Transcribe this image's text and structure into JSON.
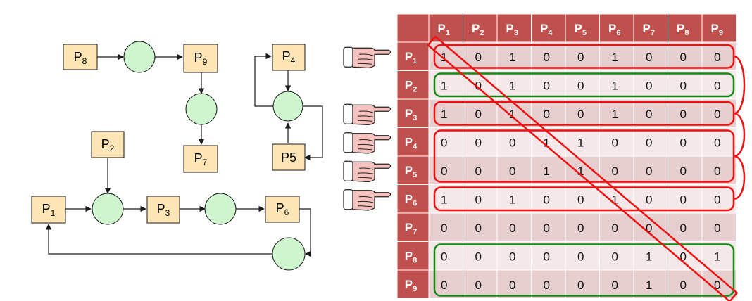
{
  "graph": {
    "nodes": [
      {
        "id": "P8",
        "base": "P",
        "sub": "8"
      },
      {
        "id": "P9",
        "base": "P",
        "sub": "9"
      },
      {
        "id": "P7",
        "base": "P",
        "sub": "7"
      },
      {
        "id": "P4",
        "base": "P",
        "sub": "4"
      },
      {
        "id": "P5",
        "base": "P5",
        "sub": ""
      },
      {
        "id": "P2",
        "base": "P",
        "sub": "2"
      },
      {
        "id": "P1",
        "base": "P",
        "sub": "1"
      },
      {
        "id": "P3",
        "base": "P",
        "sub": "3"
      },
      {
        "id": "P6",
        "base": "P",
        "sub": "6"
      }
    ]
  },
  "matrix": {
    "columns": [
      {
        "base": "P",
        "sub": "1"
      },
      {
        "base": "P",
        "sub": "2"
      },
      {
        "base": "P",
        "sub": "3"
      },
      {
        "base": "P",
        "sub": "4"
      },
      {
        "base": "P",
        "sub": "5"
      },
      {
        "base": "P",
        "sub": "6"
      },
      {
        "base": "P",
        "sub": "7"
      },
      {
        "base": "P",
        "sub": "8"
      },
      {
        "base": "P",
        "sub": "9"
      }
    ],
    "rows": [
      {
        "base": "P",
        "sub": "1",
        "values": [
          1,
          0,
          1,
          0,
          0,
          1,
          0,
          0,
          0
        ]
      },
      {
        "base": "P",
        "sub": "2",
        "values": [
          1,
          0,
          1,
          0,
          0,
          1,
          0,
          0,
          0
        ]
      },
      {
        "base": "P",
        "sub": "3",
        "values": [
          1,
          0,
          1,
          0,
          0,
          1,
          0,
          0,
          0
        ]
      },
      {
        "base": "P",
        "sub": "4",
        "values": [
          0,
          0,
          0,
          1,
          1,
          0,
          0,
          0,
          0
        ]
      },
      {
        "base": "P",
        "sub": "5",
        "values": [
          0,
          0,
          0,
          1,
          1,
          0,
          0,
          0,
          0
        ]
      },
      {
        "base": "P",
        "sub": "6",
        "values": [
          1,
          0,
          1,
          0,
          0,
          1,
          0,
          0,
          0
        ]
      },
      {
        "base": "P",
        "sub": "7",
        "values": [
          0,
          0,
          0,
          0,
          0,
          0,
          0,
          0,
          0
        ]
      },
      {
        "base": "P",
        "sub": "8",
        "values": [
          0,
          0,
          0,
          0,
          0,
          0,
          1,
          0,
          1
        ]
      },
      {
        "base": "P",
        "sub": "9",
        "values": [
          0,
          0,
          0,
          0,
          0,
          0,
          1,
          0,
          0
        ]
      }
    ],
    "pointed_rows": [
      "P1",
      "P3",
      "P4",
      "P5",
      "P6"
    ],
    "red_groups": [
      [
        "P1"
      ],
      [
        "P3"
      ],
      [
        "P4",
        "P5"
      ],
      [
        "P6"
      ]
    ],
    "green_groups": [
      [
        "P2"
      ],
      [
        "P8",
        "P9"
      ]
    ],
    "colors": {
      "header": "#c0504d",
      "cell_a": "#e8cfcf",
      "cell_b": "#f4e8e8",
      "red": "#ee1111",
      "green": "#138a13"
    }
  }
}
